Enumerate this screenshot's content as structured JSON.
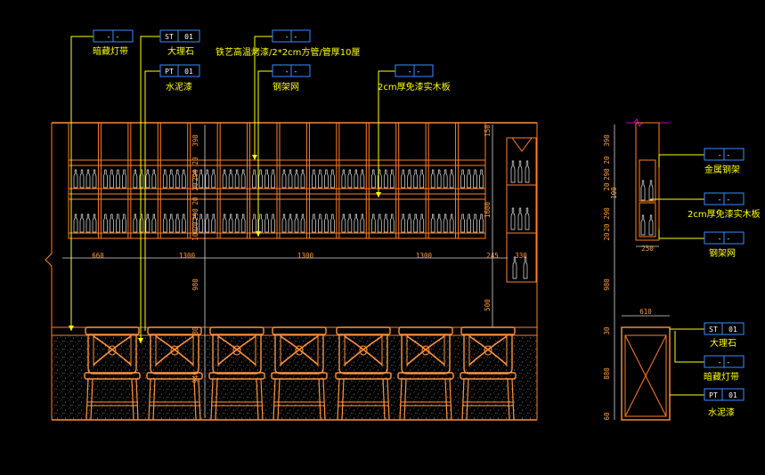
{
  "callouts_top": {
    "hidden_light_code": "- -",
    "hidden_light": "暗藏灯带",
    "marble_code_a": "ST",
    "marble_code_b": "01",
    "marble": "大理石",
    "cement_code_a": "PT",
    "cement_code_b": "01",
    "cement_paint": "水泥漆",
    "iron_code": "- -",
    "iron_art": "铁艺高温烤漆/2*2cm方管/管厚10厘",
    "steel_code": "- -",
    "steel_mesh": "钢架网",
    "wood_code": "- -",
    "solid_wood": "2cm厚免漆实木板"
  },
  "callouts_right": {
    "metal_code": "- -",
    "metal_rack": "金属钢架",
    "wood_code": "- -",
    "solid_wood": "2cm厚免漆实木板",
    "steel_code": "- -",
    "steel_mesh": "钢架网",
    "marble_code_a": "ST",
    "marble_code_b": "01",
    "marble": "大理石",
    "light_code": "- -",
    "hidden_light": "暗藏灯带",
    "cement_code_a": "PT",
    "cement_code_b": "01",
    "cement_paint": "水泥漆"
  },
  "dims_main": {
    "bottom": [
      "660",
      "1300",
      "1300",
      "1300",
      "245",
      "330"
    ],
    "left_vertical": [
      "390",
      "20",
      "290",
      "20",
      "20",
      "290",
      "20",
      "100",
      "980",
      "30",
      "940"
    ],
    "right_vertical": [
      "150",
      "1600",
      "500"
    ]
  },
  "dims_side": {
    "vertical": [
      "390",
      "20",
      "290",
      "20",
      "100",
      "290",
      "20",
      "20",
      "980",
      "30",
      "880",
      "60"
    ],
    "width_top": "250",
    "width_bottom": "610"
  },
  "colors": {
    "frame": "#ff7f27",
    "leader": "#ffff00",
    "tag": "#3c8cff",
    "background": "#000000"
  }
}
